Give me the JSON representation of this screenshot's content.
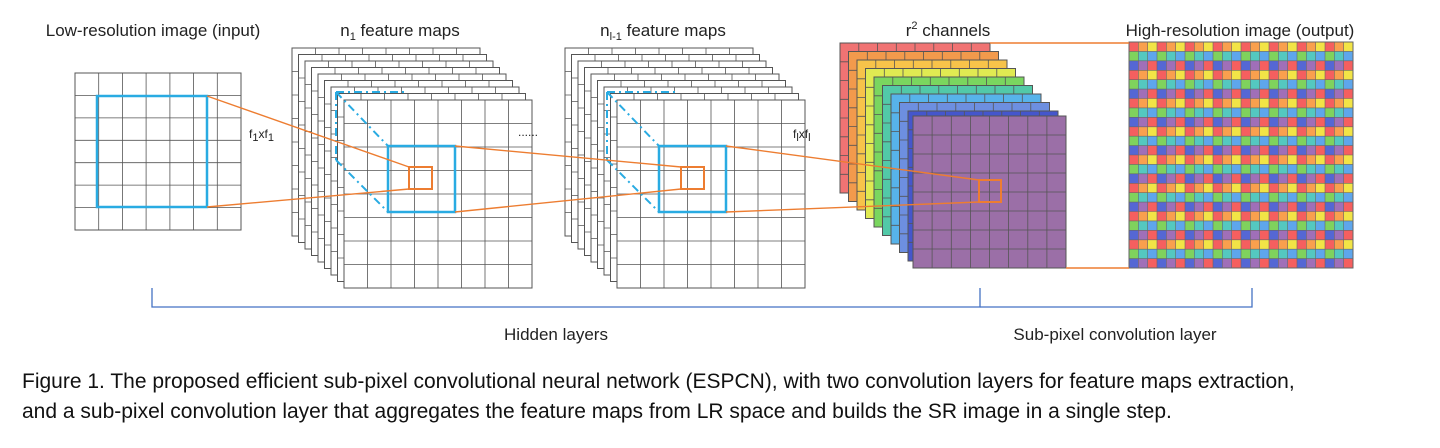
{
  "labels": {
    "lr_input": "Low-resolution image (input)",
    "n1_base": "n",
    "n1_sub": "1",
    "n1_rest": " feature maps",
    "nl1_base": "n",
    "nl1_sub": "l-1",
    "nl1_rest": " feature maps",
    "r2_base": "r",
    "r2_sup": "2",
    "r2_rest": " channels",
    "hr_output": "High-resolution image (output)",
    "kernel1_a": "f",
    "kernel1_b": "1",
    "kernel1_c": "xf",
    "kernel1_d": "1",
    "ellipsis": "......",
    "kernell_a": "f",
    "kernell_b": "l",
    "kernell_c": "xf",
    "kernell_d": "l",
    "hidden_layers": "Hidden layers",
    "subpixel_layer": "Sub-pixel convolution layer"
  },
  "caption": {
    "line1": "Figure 1. The proposed efficient sub-pixel convolutional neural network (ESPCN), with two convolution layers for feature maps extraction,",
    "line2": "and a sub-pixel convolution layer that aggregates the feature maps from LR space and builds the SR image in a single step."
  },
  "colors": {
    "grid_line": "#555555",
    "receptive_blue": "#29abe2",
    "kernel_orange": "#ed7d31",
    "bracket_blue": "#4472c4",
    "output_tile": "#9b6fa7",
    "channel_stack": [
      "#f07373",
      "#f29a4c",
      "#f7c34a",
      "#e0ea52",
      "#7ad65f",
      "#52c9a8",
      "#57b3ea",
      "#6d8fe0",
      "#4556cc"
    ],
    "hr_pattern": [
      "#f55f5f",
      "#f9a04e",
      "#f2e446",
      "#7fd25d",
      "#54c8c0",
      "#5ea6ec",
      "#5567d4",
      "#a06fb8"
    ]
  }
}
